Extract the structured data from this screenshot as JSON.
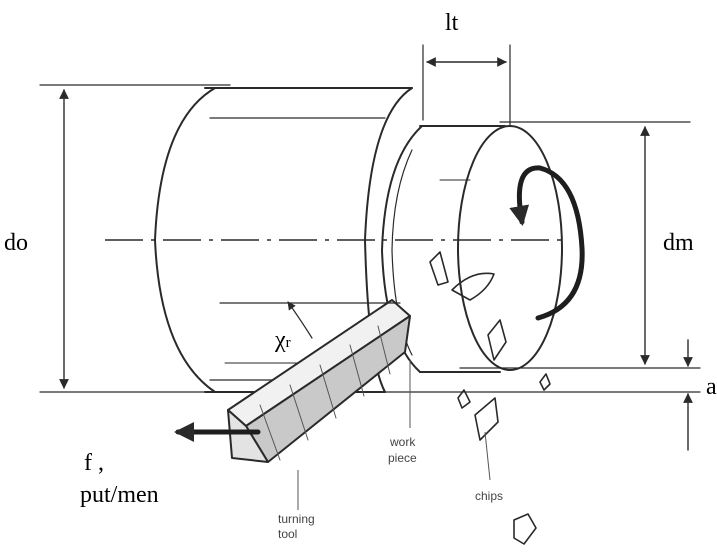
{
  "labels": {
    "lt": "lt",
    "do": "do",
    "dm": "dm",
    "a": "a",
    "chi_main": "χ",
    "chi_sub": "r",
    "feed": "f ,",
    "feed_unit": "put/men",
    "workpiece_1": "work",
    "workpiece_2": "piece",
    "turning_tool_1": "turning",
    "turning_tool_2": "tool",
    "chips": "chips"
  },
  "colors": {
    "ink": "#2a2a2a",
    "background": "#ffffff"
  },
  "icons": {
    "rotation": "rotation-arrow-icon",
    "feed": "feed-arrow-icon"
  }
}
